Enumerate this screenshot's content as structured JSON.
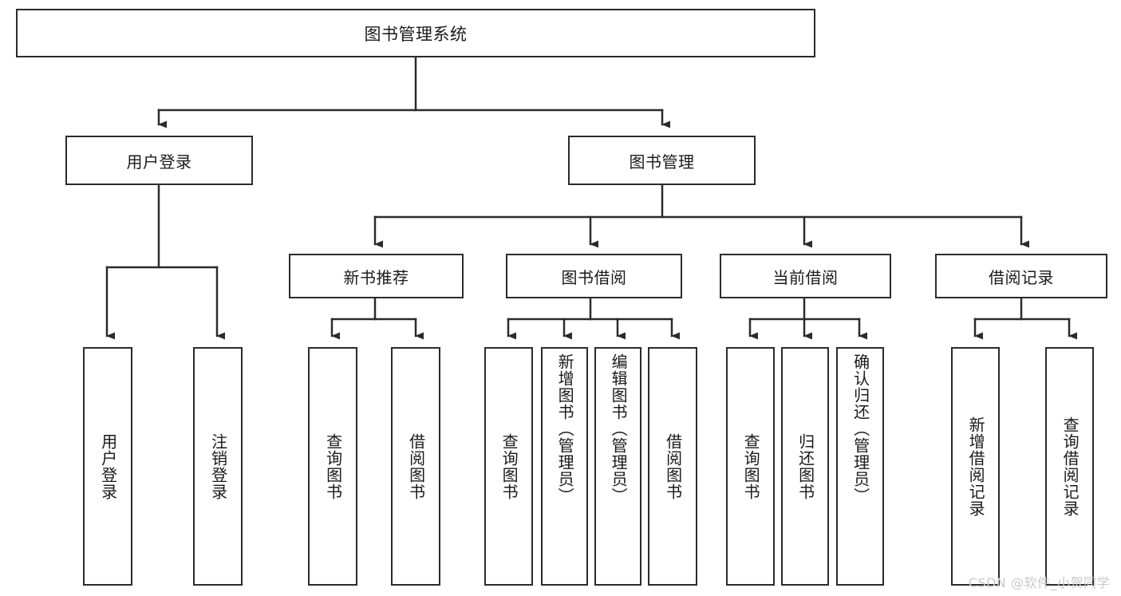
{
  "diagram": {
    "title": "图书管理系统",
    "watermark": "CSDN @软件_小贺同学",
    "colors": {
      "stroke": "#2b2b2b",
      "fill": "#ffffff",
      "text": "#1a1a1a",
      "watermark": "#c9c9c9",
      "background": "#ffffff"
    },
    "root": {
      "label": "图书管理系统"
    },
    "level1": [
      {
        "label": "用户登录"
      },
      {
        "label": "图书管理"
      }
    ],
    "level2": [
      {
        "label": "新书推荐"
      },
      {
        "label": "图书借阅"
      },
      {
        "label": "当前借阅"
      },
      {
        "label": "借阅记录"
      }
    ],
    "leaves": {
      "user_login": [
        {
          "label": "用户登录"
        },
        {
          "label": "注销登录"
        }
      ],
      "new_book_recommend": [
        {
          "label": "查询图书"
        },
        {
          "label": "借阅图书"
        }
      ],
      "book_borrow": [
        {
          "label": "查询图书"
        },
        {
          "label": "新增图书（管理员）"
        },
        {
          "label": "编辑图书（管理员）"
        },
        {
          "label": "借阅图书"
        }
      ],
      "current_borrow": [
        {
          "label": "查询图书"
        },
        {
          "label": "归还图书"
        },
        {
          "label": "确认归还（管理员）"
        }
      ],
      "borrow_record": [
        {
          "label": "新增借阅记录"
        },
        {
          "label": "查询借阅记录"
        }
      ]
    }
  }
}
